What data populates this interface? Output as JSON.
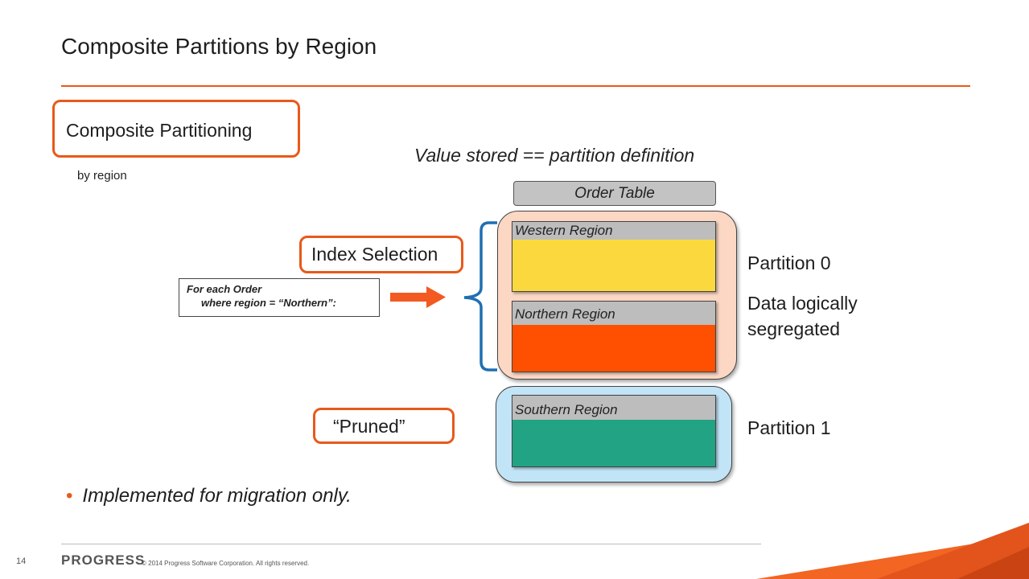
{
  "slide": {
    "title": "Composite Partitions by Region",
    "left_heading": "Composite Partitioning",
    "left_subheading": "by region",
    "value_stored_caption": "Value stored == partition definition",
    "index_selection_label": "Index Selection",
    "pruned_label": "“Pruned”",
    "code_line_1": "For each Order",
    "code_line_2": "where region = “Northern”:",
    "bullet": "Implemented for migration only."
  },
  "diagram": {
    "table_label": "Order Table",
    "regions": [
      {
        "name": "Western Region",
        "color": "#fbd93e"
      },
      {
        "name": "Northern Region",
        "color": "#fe5000"
      },
      {
        "name": "Southern Region",
        "color": "#22a383"
      }
    ],
    "partition_0_label": "Partition 0",
    "partition_0_note": "Data logically segregated",
    "partition_1_label": "Partition 1",
    "group_colors": {
      "partition_0": "#fbd7c4",
      "partition_1": "#c2e4f7"
    },
    "accent_color": "#e8591a",
    "bracket_color": "#1f6fb2"
  },
  "footer": {
    "page_number": "14",
    "logo_text": "PROGRESS",
    "copyright": "© 2014 Progress Software Corporation. All rights reserved."
  }
}
